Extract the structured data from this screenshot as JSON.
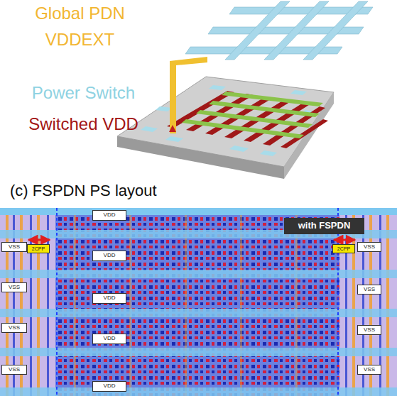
{
  "diagram": {
    "title": "(c) FSPDN PS layout",
    "nodes": [
      {
        "text": [
          "VDD"
        ]
      },
      {
        "text": [
          "with FSPDN"
        ]
      },
      {
        "text": [
          "VSS"
        ]
      },
      {
        "text": [
          "2CPP"
        ]
      },
      {
        "text": [
          "2CPP"
        ]
      },
      {
        "text": [
          "VSS"
        ]
      },
      {
        "text": [
          "VDD"
        ]
      },
      {
        "text": [
          "VSS"
        ]
      },
      {
        "text": [
          "VSS"
        ]
      },
      {
        "text": [
          "VDD"
        ]
      },
      {
        "text": [
          "VSS"
        ]
      },
      {
        "text": [
          "VSS"
        ]
      },
      {
        "text": [
          "VDD"
        ]
      },
      {
        "text": [
          "VSS"
        ]
      },
      {
        "text": [
          "VSS"
        ]
      },
      {
        "text": [
          "VDD"
        ]
      }
    ],
    "labels": [
      "Global PDN VDDEXT",
      "Power Switch",
      "Switched VDD"
    ]
  }
}
